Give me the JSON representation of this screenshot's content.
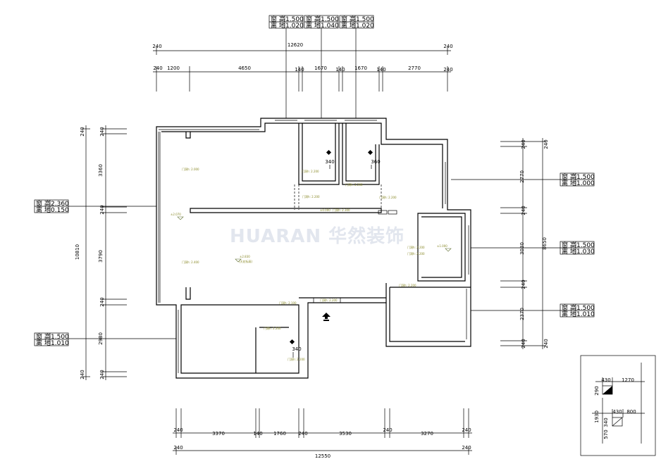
{
  "watermark": "HUARAN 华然装饰",
  "top_windows": [
    {
      "label1": "窗 高",
      "val1": "1.500",
      "label2": "离 地",
      "val2": "1.020"
    },
    {
      "label1": "窗 高",
      "val1": "1.500",
      "label2": "离 地",
      "val2": "1.040"
    },
    {
      "label1": "窗 高",
      "val1": "1.500",
      "label2": "离 地",
      "val2": "1.020"
    }
  ],
  "left_windows": [
    {
      "label1": "窗 高",
      "val1": "2.360",
      "label2": "离 地",
      "val2": "0.150"
    },
    {
      "label1": "窗 高",
      "val1": "1.500",
      "label2": "离 地",
      "val2": "1.010"
    }
  ],
  "right_windows": [
    {
      "label1": "窗 高",
      "val1": "1.500",
      "label2": "离 地",
      "val2": "1.000"
    },
    {
      "label1": "窗 高",
      "val1": "1.500",
      "label2": "离 地",
      "val2": "1.030"
    },
    {
      "label1": "窗 高",
      "val1": "1.500",
      "label2": "离 地",
      "val2": "1.010"
    }
  ],
  "dims": {
    "top_overall": "12620",
    "top_ends": [
      "240",
      "240"
    ],
    "top_row": [
      "240",
      "1200",
      "4650",
      "140",
      "1670",
      "140",
      "1670",
      "140",
      "2770",
      "240"
    ],
    "bottom_row": [
      "240",
      "3370",
      "140",
      "1760",
      "240",
      "3530",
      "240",
      "3270",
      "240"
    ],
    "bottom_overall": "12550",
    "bottom_ends": [
      "240",
      "240"
    ],
    "left_overall": "10810",
    "left_row": [
      "240",
      "3360",
      "240",
      "3790",
      "240",
      "2980",
      "240"
    ],
    "right_overall": "8650",
    "right_row": [
      "240",
      "2770",
      "240",
      "3030",
      "240",
      "2370",
      "240"
    ]
  },
  "room_marks": [
    "340",
    "360",
    "340"
  ],
  "annotations": [
    "门洞h: 2.000",
    "门洞h: 2.200",
    "门洞h: 2.200",
    "门洞h: 2.200",
    "门洞h: 2.200",
    "±0.000",
    "门洞h: 2.300",
    "±2.070",
    "门洞h: 2.400",
    "±2.830",
    "(天花标高)",
    "门洞h: 2.200",
    "±1.000",
    "门洞h: 2.200",
    "门洞h: 2.200",
    "门洞h: 2.100",
    "门洞h: 2.200",
    "门洞h: 2.200",
    "门洞h: 2.200"
  ],
  "legend": {
    "top": [
      "430",
      "1270",
      "290"
    ],
    "bottom": [
      "430",
      "800",
      "1930",
      "340",
      "570"
    ]
  }
}
